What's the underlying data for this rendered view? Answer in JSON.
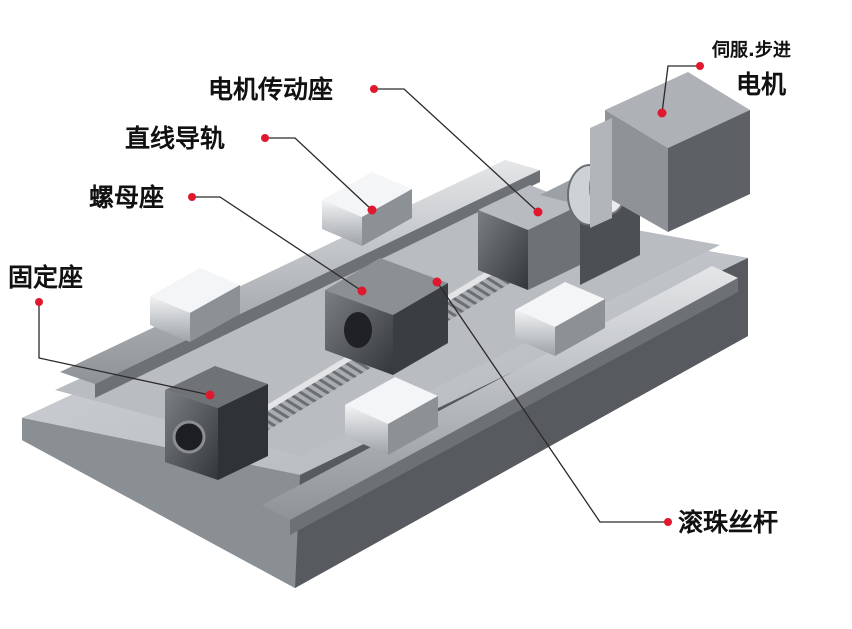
{
  "labels": {
    "motor_mount": "电机传动座",
    "linear_guide": "直线导轨",
    "nut_seat": "螺母座",
    "fixed_seat": "固定座",
    "motor_type": "伺服.步进",
    "motor": "电机",
    "ball_screw": "滚珠丝杆"
  },
  "colors": {
    "pointer_dot": "#e0182d",
    "leader_line": "#2a2a2a",
    "metal_light": "#c9ccd0",
    "metal_mid": "#9da2a8",
    "metal_dark": "#55595e"
  }
}
